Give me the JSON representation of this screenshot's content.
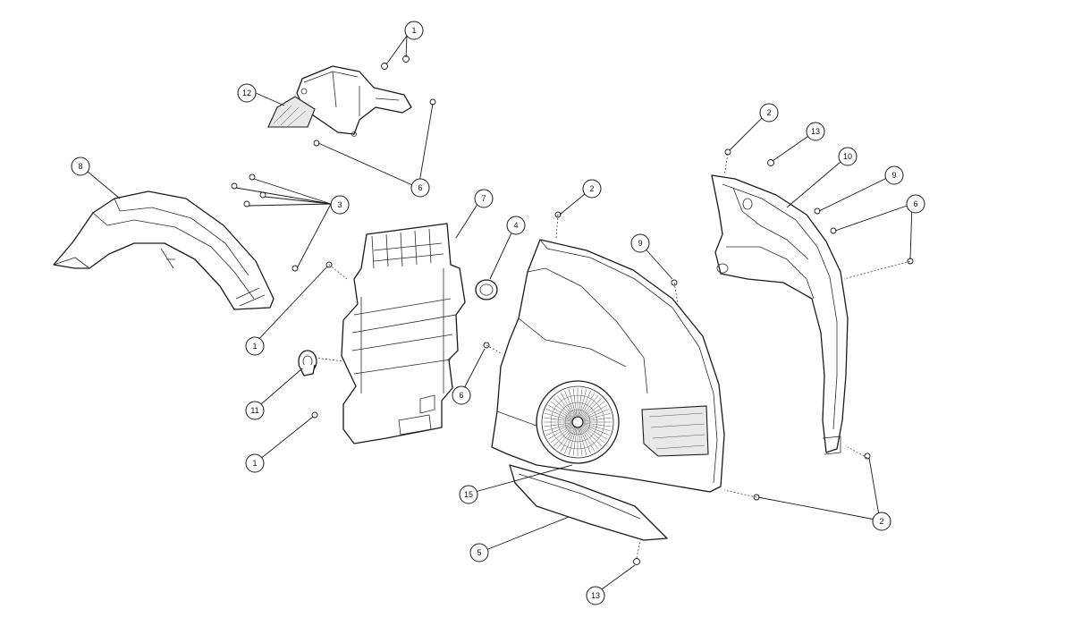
{
  "callouts": [
    {
      "id": "c1a",
      "label": "1"
    },
    {
      "id": "c12",
      "label": "12"
    },
    {
      "id": "c6a",
      "label": "6"
    },
    {
      "id": "c8",
      "label": "8"
    },
    {
      "id": "c3",
      "label": "3"
    },
    {
      "id": "c1b",
      "label": "1"
    },
    {
      "id": "c11",
      "label": "11"
    },
    {
      "id": "c1c",
      "label": "1"
    },
    {
      "id": "c7",
      "label": "7"
    },
    {
      "id": "c4",
      "label": "4"
    },
    {
      "id": "c2a",
      "label": "2"
    },
    {
      "id": "c9a",
      "label": "9"
    },
    {
      "id": "c6b",
      "label": "6"
    },
    {
      "id": "c15",
      "label": "15"
    },
    {
      "id": "c5",
      "label": "5"
    },
    {
      "id": "c13a",
      "label": "13"
    },
    {
      "id": "c2b",
      "label": "2"
    },
    {
      "id": "c13b",
      "label": "13"
    },
    {
      "id": "c10",
      "label": "10"
    },
    {
      "id": "c9b",
      "label": "9"
    },
    {
      "id": "c6c",
      "label": "6"
    },
    {
      "id": "c2c",
      "label": "2"
    }
  ]
}
